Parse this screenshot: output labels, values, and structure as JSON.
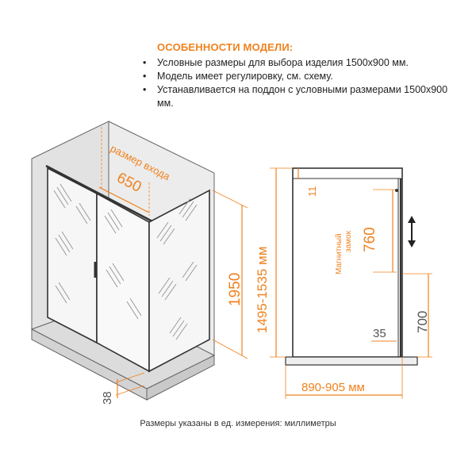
{
  "features": {
    "title": "ОСОБЕННОСТИ МОДЕЛИ:",
    "items": [
      "Условные размеры для выбора изделия 1500х900 мм.",
      "Модель имеет регулировку, см. схему.",
      "Устанавливается на поддон с условными размерами 1500х900 мм."
    ]
  },
  "drawing_left": {
    "entry_label": "размер входа",
    "entry_value": "650",
    "height_value": "1950",
    "tray_value": "38"
  },
  "drawing_right": {
    "range_label": "1495-1535 мм",
    "top_gap": "11",
    "lock_label_line1": "Магнитный",
    "lock_label_line2": "замок",
    "lock_value": "760",
    "lower_value": "700",
    "tray_offset": "35",
    "width_label": "890-905 мм"
  },
  "footer": "Размеры указаны в ед. измерения: миллиметры",
  "colors": {
    "accent": "#f0821e",
    "line": "#333333",
    "wall": "#e6e6e6"
  }
}
